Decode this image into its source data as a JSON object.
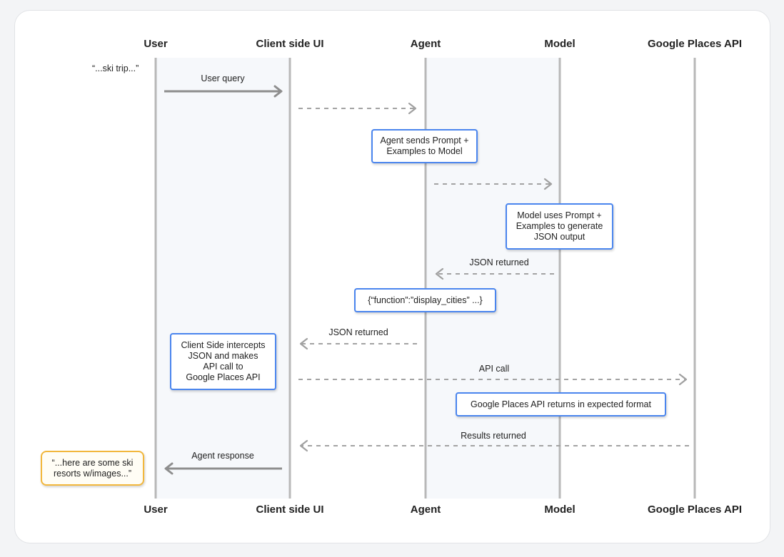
{
  "actors": [
    "User",
    "Client side UI",
    "Agent",
    "Model",
    "Google Places API"
  ],
  "user_quote": "“...ski trip...”",
  "messages": {
    "user_query": "User query",
    "json_returned_1": "JSON returned",
    "json_returned_2": "JSON returned",
    "api_call": "API call",
    "results_returned": "Results returned",
    "agent_response": "Agent response"
  },
  "notes": {
    "agent_sends": [
      "Agent sends Prompt +",
      "Examples to Model"
    ],
    "model_uses": [
      "Model uses Prompt +",
      "Examples to generate",
      "JSON output"
    ],
    "function_call": [
      "{“function”:”display_cities” ...}"
    ],
    "client_intercepts": [
      "Client Side intercepts",
      "JSON and makes",
      "API call to",
      "Google Places API"
    ],
    "places_returns": [
      "Google Places API returns in expected format"
    ],
    "final_response": [
      "“...here are some ski",
      "resorts w/images...”"
    ]
  },
  "colors": {
    "note_border": "#4a85ee",
    "final_note_border": "#f2b73c",
    "lifeline": "#b8b8b8"
  }
}
